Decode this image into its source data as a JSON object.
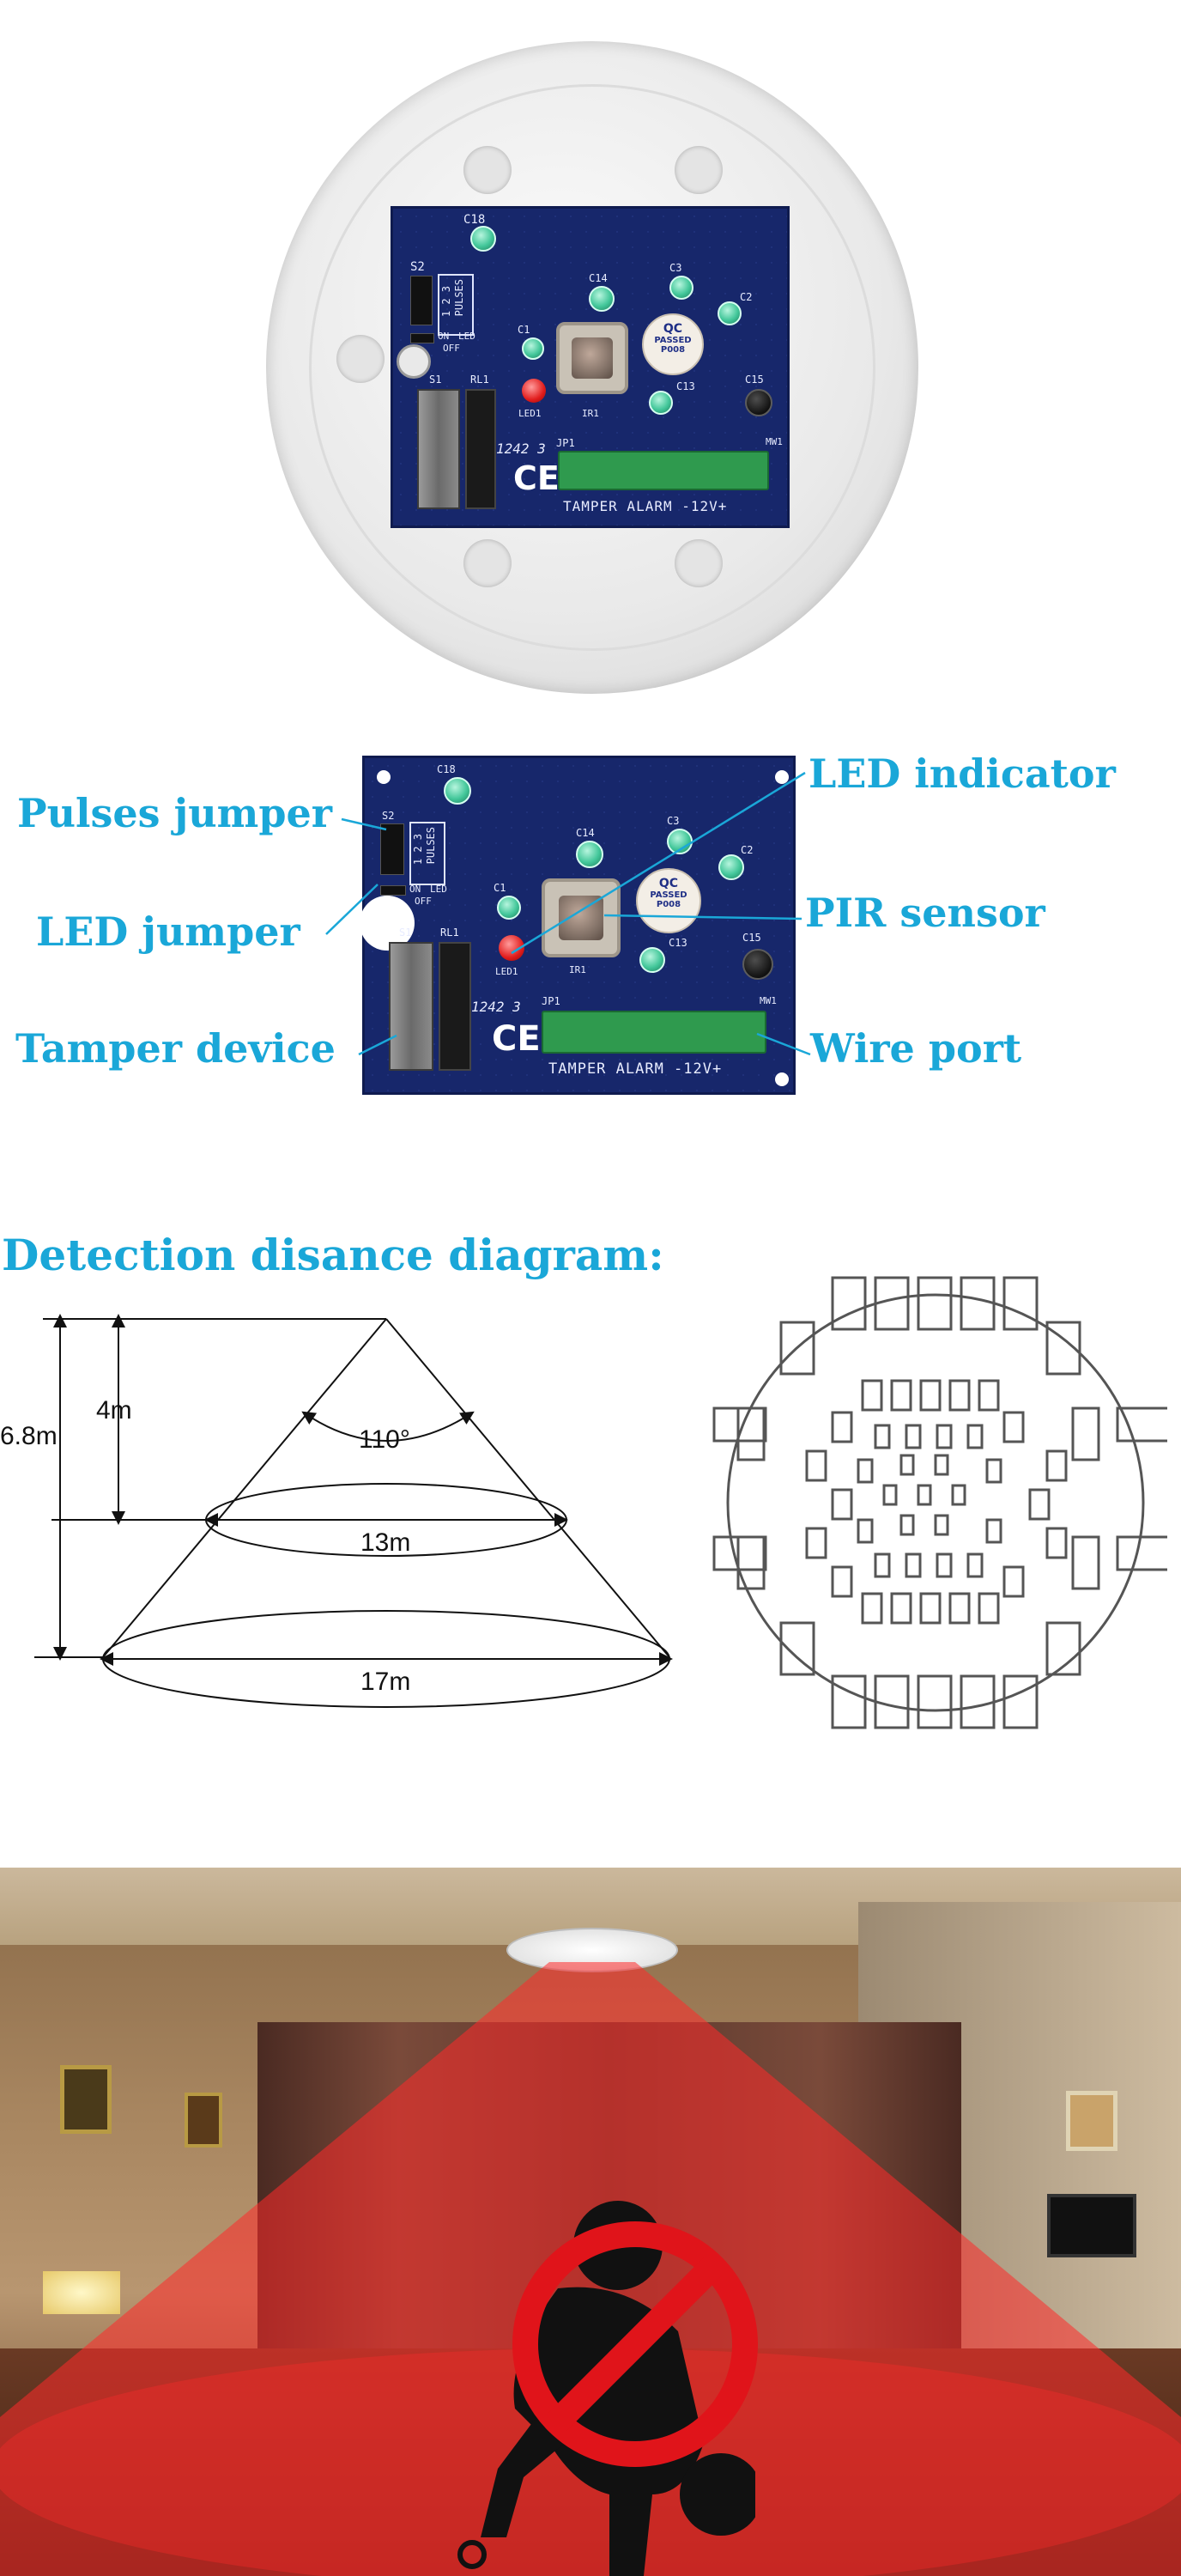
{
  "board": {
    "silk": {
      "c18": "C18",
      "c14": "C14",
      "c3": "C3",
      "c2": "C2",
      "c1": "C1",
      "c13": "C13",
      "c15": "C15",
      "s2": "S2",
      "s1": "S1",
      "rl1": "RL1",
      "led1": "LED1",
      "ir1": "IR1",
      "jp1": "JP1",
      "mw1": "MW1",
      "pulses": "PULSES",
      "pulse_nums": "1 2 3",
      "on": "ON",
      "led": "LED",
      "off": "OFF",
      "date_code": "1242 3",
      "ce": "CE",
      "terminals": "TAMPER ALARM -12V+",
      "qc_top": "QC",
      "qc_mid": "PASSED",
      "qc_bottom": "P008"
    }
  },
  "labels": {
    "pulses_jumper": "Pulses jumper",
    "led_jumper": "LED jumper",
    "tamper_device": "Tamper device",
    "led_indicator": "LED indicator",
    "pir_sensor": "PIR sensor",
    "wire_port": "Wire port"
  },
  "diagram": {
    "title": "Detection disance diagram:",
    "height_near": "4m",
    "height_total": "6.8m",
    "angle": "110°",
    "diameter_near": "13m",
    "diameter_far": "17m"
  },
  "colors": {
    "label_blue": "#1aa7d8",
    "pcb_blue": "#17276b",
    "detection_red": "#ff2a2a",
    "prohibition_red": "#e0141a"
  },
  "icons": {
    "prohibition": "no-entry-icon",
    "intruder": "burglar-silhouette-icon"
  }
}
